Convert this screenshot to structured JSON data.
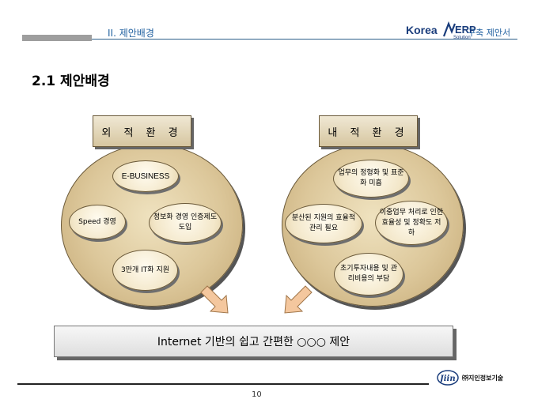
{
  "header": {
    "section": "II. 제안배경",
    "logo": {
      "korea": "Korea",
      "erp": "ERP",
      "solution": "Solution"
    },
    "tag": "구축 제안서"
  },
  "title": "2.1 제안배경",
  "external": {
    "heading": "외 적 환 경",
    "items": [
      "E-BUSINESS",
      "Speed 경영",
      "정보화 경영 인증제도 도입",
      "3만개 IT화 지원"
    ]
  },
  "internal": {
    "heading": "내 적 환 경",
    "items": [
      "업무의 정형화 및 표준화 미흡",
      "분산된 지원의 효율적 관리 필요",
      "이중업무 처리로 인한 효율성 및 정확도 저하",
      "초기투자내용 및 관리비용의 부담"
    ]
  },
  "conclusion": "Internet 기반의 쉽고 간편한 ○○○ 제안",
  "footer": {
    "company": "㈜지인정보기술",
    "logo_text": "Jiin",
    "page": "10"
  },
  "colors": {
    "accent": "#1f5f9f",
    "circle": "#dcc79a",
    "arrow": "#f4c79e"
  }
}
